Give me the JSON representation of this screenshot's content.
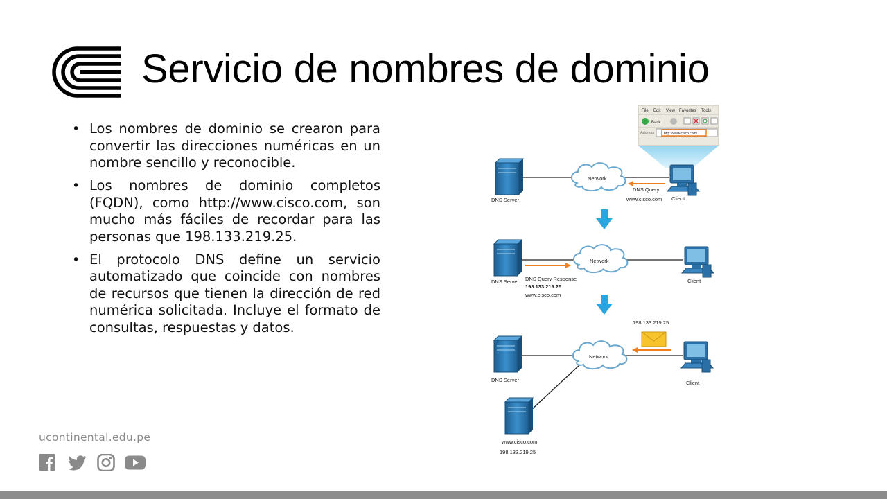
{
  "slide": {
    "title": "Servicio de nombres de dominio",
    "bullets": [
      "Los nombres de dominio se crearon para convertir las direcciones numéricas en un nombre sencillo y reconocible.",
      "Los nombres de dominio completos (FQDN), como http://www.cisco.com, son mucho más fáciles de recordar para las personas que 198.133.219.25.",
      "El protocolo DNS define un servicio automatizado que coincide con nombres de recursos que tienen la dirección de red numérica solicitada. Incluye el formato de consultas, respuestas y datos."
    ],
    "bullet_glyph": "•"
  },
  "footer": {
    "website": "ucontinental.edu.pe",
    "social_icons": [
      "facebook-icon",
      "twitter-icon",
      "instagram-icon",
      "youtube-icon"
    ]
  },
  "diagram": {
    "browser": {
      "menu": [
        "File",
        "Edit",
        "View",
        "Favorites",
        "Tools"
      ],
      "back_label": "Back",
      "address_label": "Address",
      "url": "http://www.cisco.com/"
    },
    "step1": {
      "server_label": "DNS Server",
      "cloud_label": "Network",
      "client_label": "Client",
      "query_label": "DNS Query",
      "query_domain": "www.cisco.com"
    },
    "step2": {
      "server_label": "DNS Server",
      "cloud_label": "Network",
      "client_label": "Client",
      "response_label": "DNS Query Response",
      "response_ip": "198.133.219.25",
      "response_domain": "www.cisco.com"
    },
    "step3": {
      "server_label": "DNS Server",
      "cloud_label": "Network",
      "client_label": "Client",
      "packet_ip": "198.133.219.25",
      "web_server_domain": "www.cisco.com",
      "web_server_ip": "198.133.219.25"
    },
    "colors": {
      "device_blue": "#2f7db6",
      "arrow_orange": "#f07f1f",
      "step_arrow": "#29a6df",
      "cloud_stroke": "#6aa7cf",
      "beam": "#a8dcf3",
      "envelope": "#f7c52b"
    }
  }
}
